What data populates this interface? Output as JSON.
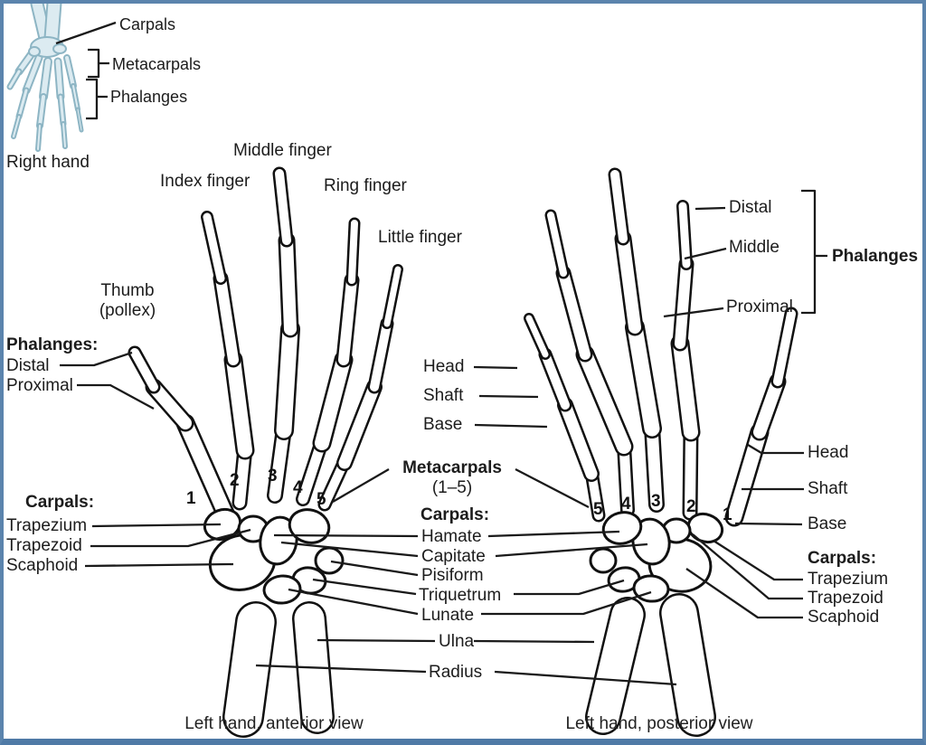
{
  "figure": {
    "border_color": "#5b84ad",
    "line_color": "#1a1a1a",
    "inset_bone_fill": "#dcebf1",
    "inset_bone_stroke": "#8db5c4",
    "inset": {
      "carpals": "Carpals",
      "metacarpals": "Metacarpals",
      "phalanges": "Phalanges",
      "caption": "Right hand"
    },
    "anterior": {
      "caption": "Left hand, anterior view",
      "middle_finger": "Middle finger",
      "index_finger": "Index finger",
      "ring_finger": "Ring finger",
      "little_finger": "Little finger",
      "thumb_line1": "Thumb",
      "thumb_line2": "(pollex)",
      "phalanges_header": "Phalanges:",
      "phalanges_items": [
        "Distal",
        "Proximal"
      ],
      "carpals_header": "Carpals:",
      "carpals_items": [
        "Trapezium",
        "Trapezoid",
        "Scaphoid"
      ],
      "metacarpal_numbers": [
        "1",
        "2",
        "3",
        "4",
        "5"
      ]
    },
    "center": {
      "metacarpals_header": "Metacarpals",
      "metacarpals_range": "(1–5)",
      "carpals_header": "Carpals:",
      "carpals_items": [
        "Hamate",
        "Capitate",
        "Pisiform",
        "Triquetrum",
        "Lunate"
      ],
      "ulna": "Ulna",
      "radius": "Radius"
    },
    "posterior": {
      "caption": "Left hand, posterior view",
      "phalanx_labels": [
        "Distal",
        "Middle",
        "Proximal"
      ],
      "phalanges_bracket": "Phalanges",
      "metacarpal_parts_left": [
        "Head",
        "Shaft",
        "Base"
      ],
      "metacarpal_parts_right": [
        "Head",
        "Shaft",
        "Base"
      ],
      "carpals_header": "Carpals:",
      "carpals_items": [
        "Trapezium",
        "Trapezoid",
        "Scaphoid"
      ],
      "metacarpal_numbers": [
        "5",
        "4",
        "3",
        "2",
        "1"
      ]
    }
  }
}
